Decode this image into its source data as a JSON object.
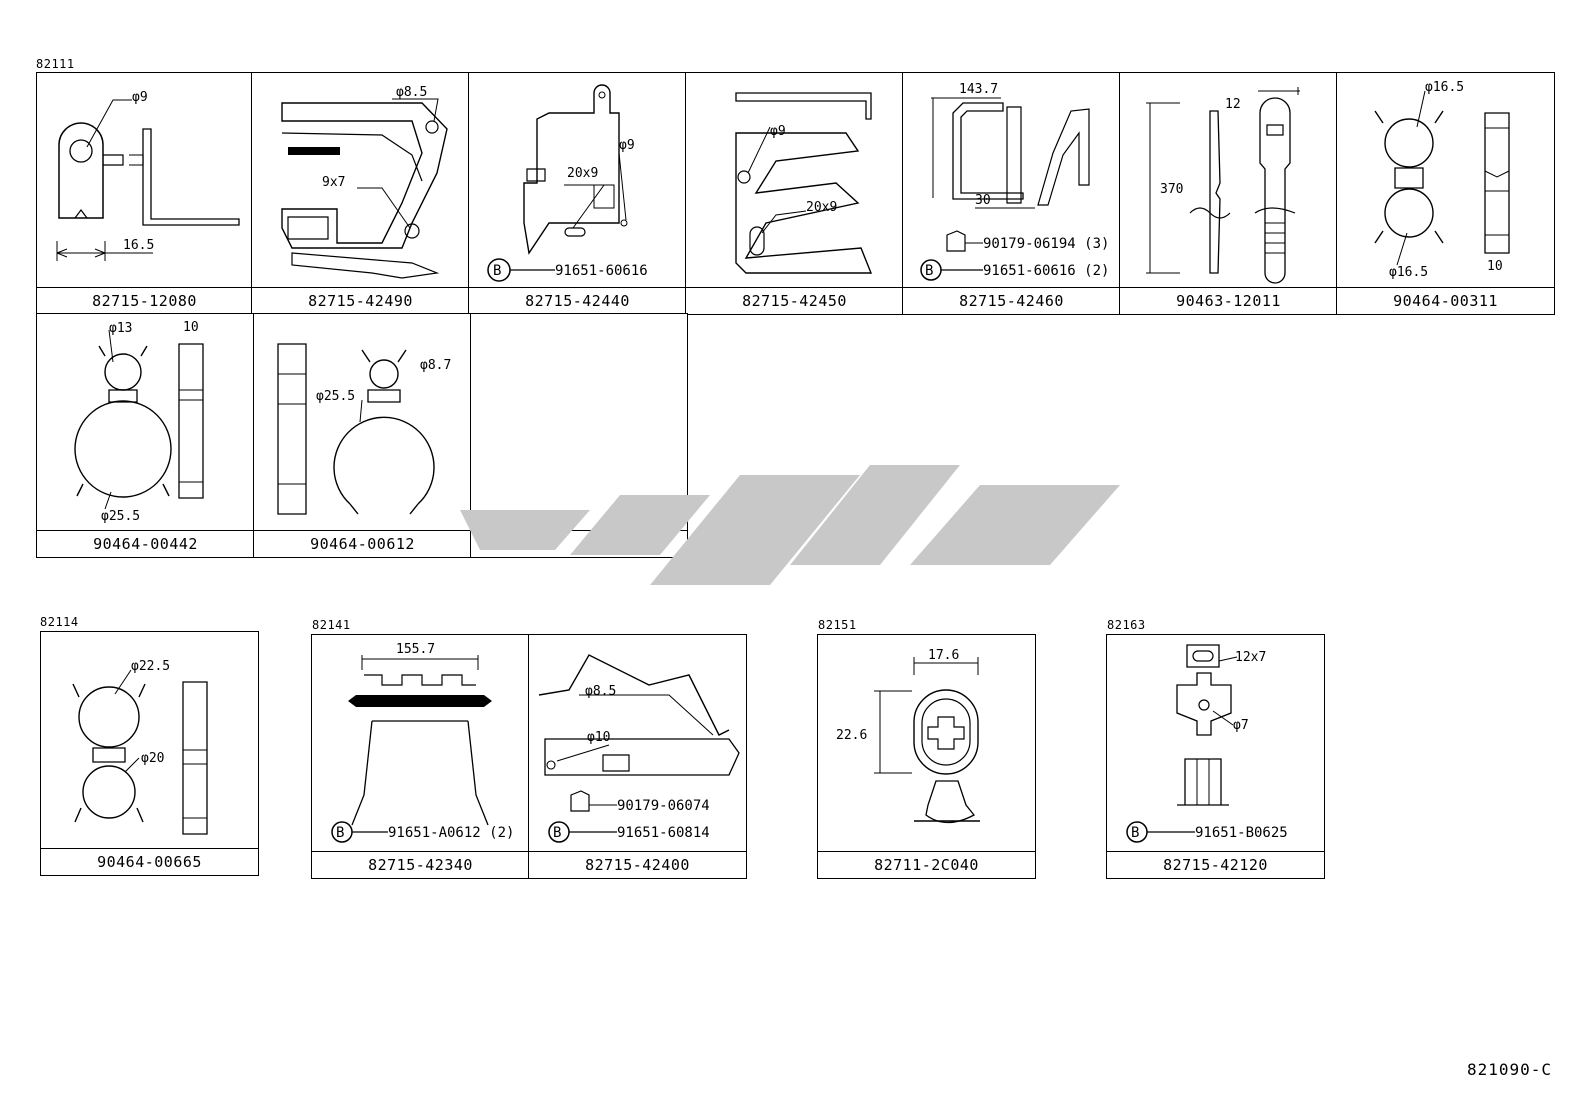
{
  "groups": [
    {
      "code": "82111"
    },
    {
      "code": "82114"
    },
    {
      "code": "82141"
    },
    {
      "code": "82151"
    },
    {
      "code": "82163"
    }
  ],
  "cells": {
    "c1": {
      "part": "82715-12080",
      "dims": [
        "φ9",
        "16.5"
      ]
    },
    "c2": {
      "part": "82715-42490",
      "dims": [
        "φ8.5",
        "9x7"
      ]
    },
    "c3": {
      "part": "82715-42440",
      "dims": [
        "φ9",
        "20x9"
      ],
      "callouts": [
        {
          "mark": "B",
          "part": "91651-60616"
        }
      ]
    },
    "c4": {
      "part": "82715-42450",
      "dims": [
        "φ9",
        "20x9"
      ]
    },
    "c5": {
      "part": "82715-42460",
      "dims": [
        "143.7",
        "30"
      ],
      "callouts": [
        {
          "part": "90179-06194 (3)"
        },
        {
          "mark": "B",
          "part": "91651-60616 (2)"
        }
      ]
    },
    "c6": {
      "part": "90463-12011",
      "dims": [
        "12",
        "370"
      ]
    },
    "c7": {
      "part": "90464-00311",
      "dims": [
        "φ16.5",
        "φ16.5",
        "10"
      ]
    },
    "c8": {
      "part": "90464-00442",
      "dims": [
        "φ13",
        "10",
        "φ25.5"
      ]
    },
    "c9": {
      "part": "90464-00612",
      "dims": [
        "φ8.7",
        "φ25.5"
      ]
    },
    "c10": {
      "part": ""
    },
    "c11": {
      "part": "90464-00665",
      "dims": [
        "φ22.5",
        "φ20"
      ]
    },
    "c12": {
      "part": "82715-42340",
      "dims": [
        "155.7"
      ],
      "callouts": [
        {
          "mark": "B",
          "part": "91651-A0612 (2)"
        }
      ]
    },
    "c13": {
      "part": "82715-42400",
      "dims": [
        "φ8.5",
        "φ10"
      ],
      "callouts": [
        {
          "part": "90179-06074"
        },
        {
          "mark": "B",
          "part": "91651-60814"
        }
      ]
    },
    "c14": {
      "part": "82711-2C040",
      "dims": [
        "17.6",
        "22.6"
      ]
    },
    "c15": {
      "part": "82715-42120",
      "dims": [
        "12x7",
        "φ7"
      ],
      "callouts": [
        {
          "mark": "B",
          "part": "91651-B0625"
        }
      ]
    }
  },
  "diagram_code": "821090-C",
  "watermark_color": "#c8c8c8"
}
